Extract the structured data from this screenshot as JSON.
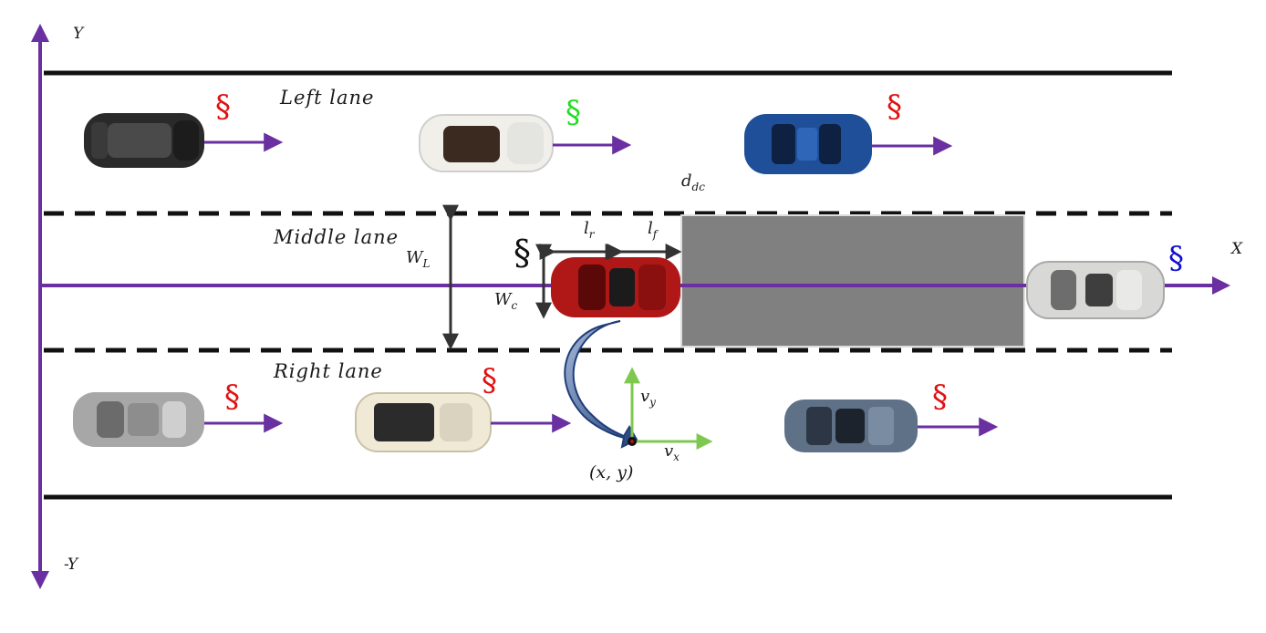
{
  "axes": {
    "y_pos": "Y",
    "y_neg": "-Y",
    "x": "X"
  },
  "lanes": {
    "left": "Left lane",
    "middle": "Middle lane",
    "right": "Right lane"
  },
  "labels": {
    "lane_width": "W",
    "lane_width_sub": "L",
    "car_width": "W",
    "car_width_sub": "c",
    "rear_length": "l",
    "rear_length_sub": "r",
    "front_length": "l",
    "front_length_sub": "f",
    "distance": "d",
    "distance_sub": "dc",
    "vel_x": "v",
    "vel_x_sub": "x",
    "vel_y": "v",
    "vel_y_sub": "y",
    "position": "(x, y)"
  },
  "markers": {
    "symbol": "§",
    "left_1_color": "#e01010",
    "left_2_color": "#22dd22",
    "left_3_color": "#e01010",
    "ego_color": "#111111",
    "middle_front_color": "#1010d0",
    "right_1_color": "#e01010",
    "right_2_color": "#e01010",
    "right_3_color": "#e01010"
  },
  "colors": {
    "axis": "#6a2fa0",
    "road_edge": "#111111",
    "lane_dash": "#111111",
    "blocked_zone": "#808080",
    "ego_car": "#b01818",
    "velocity_frame": "#7ec850",
    "turn_arrow": "#1f3d78"
  },
  "icons": {
    "cars": "car-top-view-icon"
  }
}
